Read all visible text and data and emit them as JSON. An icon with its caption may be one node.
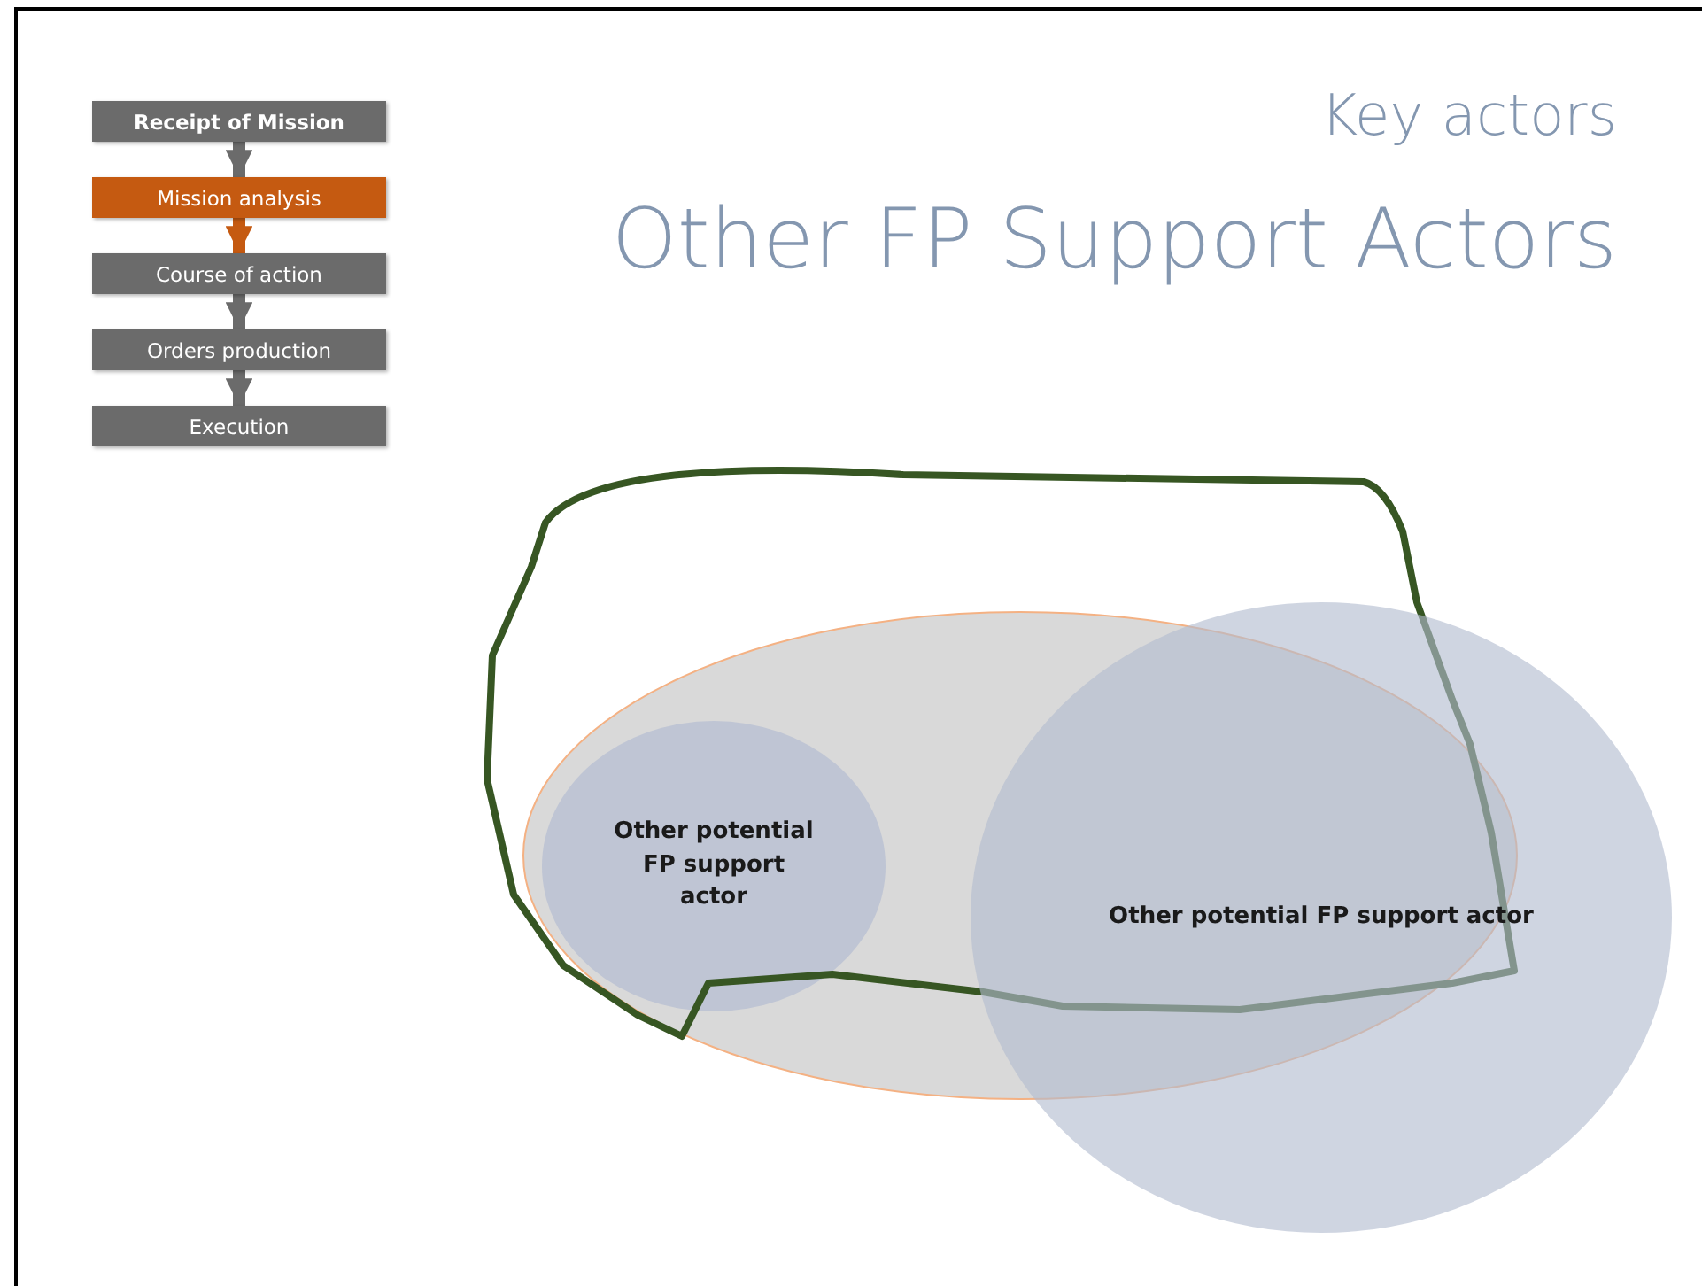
{
  "diagram": {
    "title": "Other FP Support Actors",
    "nodes": [
      {
        "text": [
          "Receipt of Mission"
        ]
      },
      {
        "text": [
          "Mission analysis"
        ]
      },
      {
        "text": [
          "Course of action"
        ]
      },
      {
        "text": [
          "Orders production"
        ]
      },
      {
        "text": [
          "Execution"
        ]
      },
      {
        "text": [],
        "shape": "ellipse"
      },
      {
        "text": [
          "Other potential FP support actor"
        ],
        "in": 5
      },
      {
        "text": [],
        "shape": "outline"
      },
      {
        "text": [
          "Other potential FP support actor"
        ]
      }
    ],
    "edges": [
      {
        "from": 0,
        "to": 1,
        "arrow": "to"
      },
      {
        "from": 1,
        "to": 2,
        "arrow": "to",
        "color": "#c55a11"
      },
      {
        "from": 2,
        "to": 3,
        "arrow": "to"
      },
      {
        "from": 3,
        "to": 4,
        "arrow": "to"
      }
    ],
    "labels": [
      "Key actors"
    ]
  }
}
